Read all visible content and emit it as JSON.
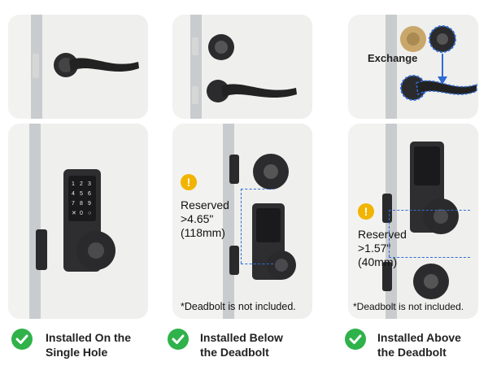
{
  "panels": [
    {
      "caption_line1": "Installed On the",
      "caption_line2": "Single Hole",
      "note": "",
      "reserved": []
    },
    {
      "caption_line1": "Installed Below",
      "caption_line2": "the Deadbolt",
      "note": "*Deadbolt is not included.",
      "reserved": [
        "Reserved",
        ">4.65\"",
        "(118mm)"
      ]
    },
    {
      "caption_line1": "Installed Above",
      "caption_line2": "the Deadbolt",
      "note": "*Deadbolt is not included.",
      "reserved": [
        "Reserved",
        ">1.57\"",
        "(40mm)"
      ],
      "exchange_label": "Exchange"
    }
  ],
  "colors": {
    "check": "#2fb24a",
    "warning": "#f1b400",
    "dash": "#2f6bd6"
  },
  "icons": [
    "check-circle-icon",
    "warning-icon",
    "keypad-lock-icon",
    "deadbolt-icon",
    "lever-handle-icon"
  ]
}
